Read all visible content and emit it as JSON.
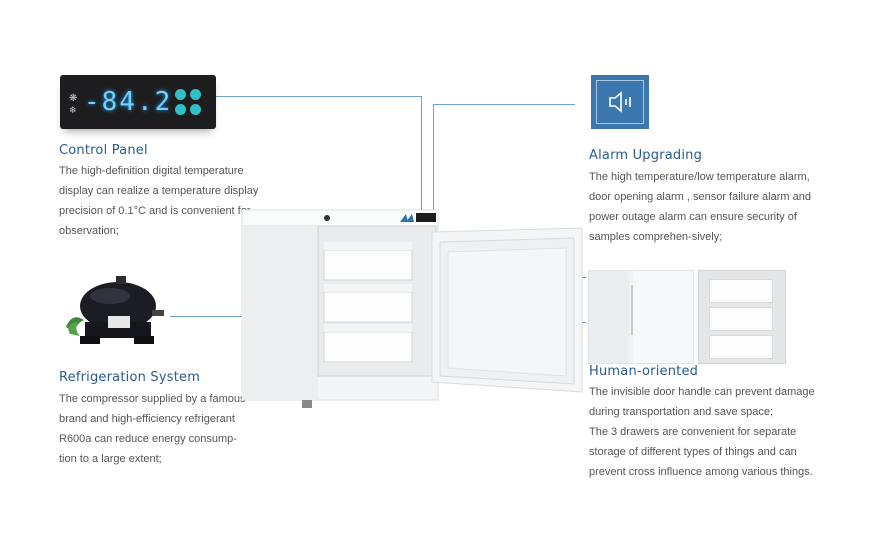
{
  "display": {
    "reading": "-84.2"
  },
  "control_panel": {
    "title": "Control Panel",
    "lines": [
      "The high-definition digital temperature",
      "display can realize a temperature display",
      "precision of 0.1°C and is convenient for",
      "observation;"
    ]
  },
  "refrigeration": {
    "title": "Refrigeration System",
    "lines": [
      "The compressor supplied by a famous",
      "brand and high-efficiency refrigerant",
      "R600a can reduce energy consump-",
      "tion to a large extent;"
    ]
  },
  "alarm": {
    "title": "Alarm Upgrading",
    "lines": [
      "The high temperature/low temperature alarm,",
      "door opening alarm , sensor failure alarm and",
      "power outage alarm can ensure security of",
      "samples comprehen-sively;"
    ]
  },
  "human": {
    "title": "Human-oriented",
    "lines": [
      "The invisible door handle can prevent damage",
      "during transportation and save space;",
      "The 3 drawers are convenient for separate",
      "storage of different types of things and can",
      "prevent cross influence among various things."
    ]
  },
  "colors": {
    "accent": "#2a5b8c",
    "line": "#6fa3cc",
    "alarm_bg": "#3c77ae"
  },
  "icons": [
    "speaker-icon",
    "fan-icon",
    "snowflake-icon"
  ]
}
